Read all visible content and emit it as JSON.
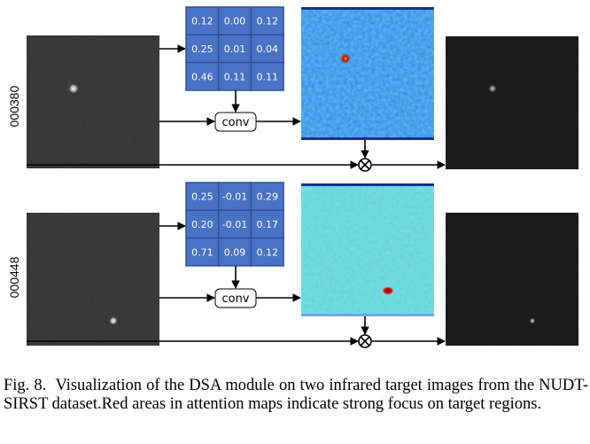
{
  "rows": [
    {
      "id": "000380",
      "weights": [
        "0.12",
        "0.00",
        "0.12",
        "0.25",
        "0.01",
        "0.04",
        "0.46",
        "0.11",
        "0.11"
      ],
      "conv_label": "conv"
    },
    {
      "id": "000448",
      "weights": [
        "0.25",
        "-0.01",
        "0.29",
        "0.20",
        "-0.01",
        "0.17",
        "0.71",
        "0.09",
        "0.12"
      ],
      "conv_label": "conv"
    }
  ],
  "caption": {
    "prefix": "Fig. 8.",
    "text": "Visualization of the DSA module on two infrared target images from the NUDT-SIRST dataset.Red areas in attention maps indicate strong focus on target regions."
  },
  "colors": {
    "kernel_cell": "#4a72c4",
    "kernel_border": "#2f4f9a",
    "attention_blue": "#2a8de6",
    "attention_cyan": "#5fd8d8",
    "target_red": "#d40000",
    "ir_background": "#2b2b2b",
    "output_background": "#141414"
  },
  "icons": [
    "multiply-circle-icon",
    "arrow-right-icon",
    "arrow-down-icon"
  ]
}
